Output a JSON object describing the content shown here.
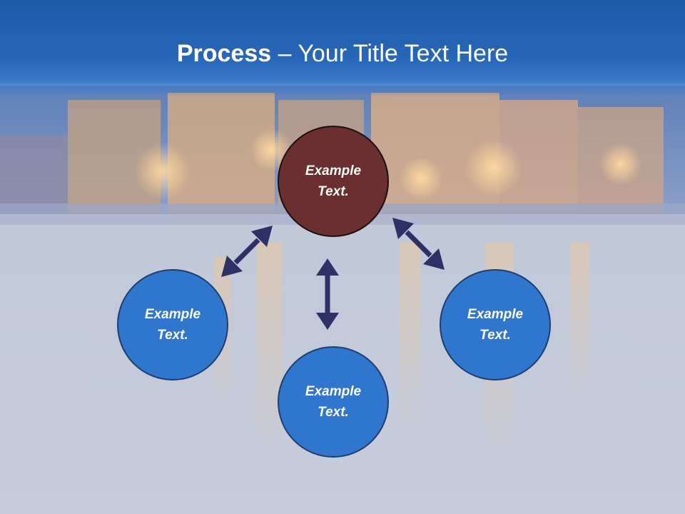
{
  "title": {
    "bold": "Process",
    "rest": " – Your Title Text Here"
  },
  "nodes": {
    "top": {
      "line1": "Example",
      "line2": "Text."
    },
    "left": {
      "line1": "Example",
      "line2": "Text."
    },
    "right": {
      "line1": "Example",
      "line2": "Text."
    },
    "bottom": {
      "line1": "Example",
      "line2": "Text."
    }
  },
  "colors": {
    "header": "#2766b8",
    "node_blue": "#2f76cf",
    "node_center": "#6a2f2e",
    "arrow": "#2e3166"
  }
}
